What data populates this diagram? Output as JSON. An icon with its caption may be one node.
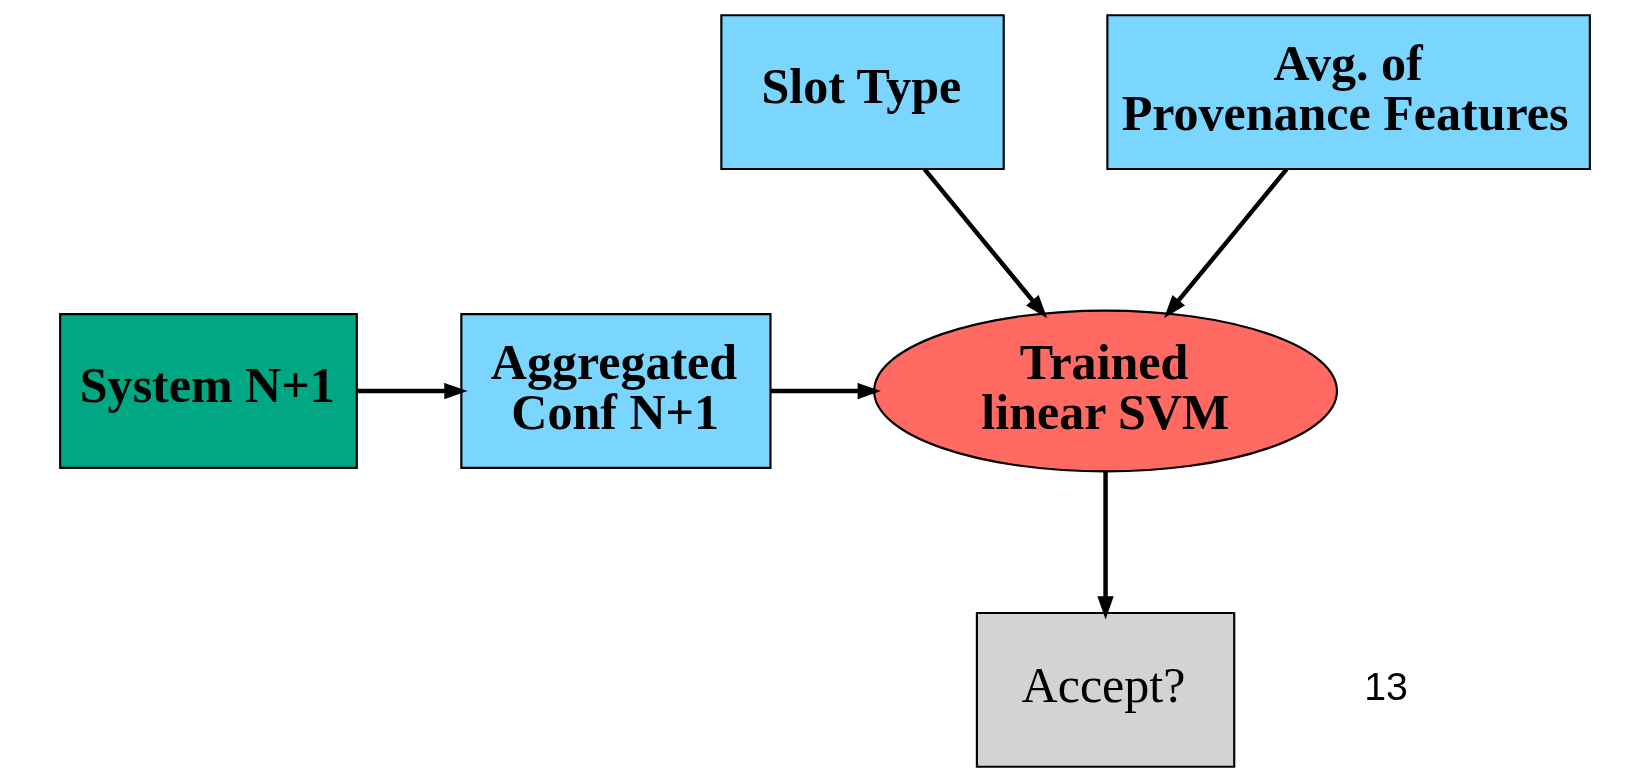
{
  "diagram": {
    "nodes": [
      {
        "text": [
          "Slot Type"
        ]
      },
      {
        "text": [
          "Avg. of Provenance Features"
        ]
      },
      {
        "text": [
          "System N+1"
        ]
      },
      {
        "text": [
          "Aggregated Conf N+1"
        ]
      },
      {
        "text": [
          "Trained linear SVM"
        ]
      },
      {
        "text": [
          "Accept?"
        ]
      }
    ],
    "edges": [
      {
        "from": 0,
        "to": 4,
        "arrow": "to"
      },
      {
        "from": 1,
        "to": 4,
        "arrow": "to"
      },
      {
        "from": 2,
        "to": 3,
        "arrow": "to"
      },
      {
        "from": 3,
        "to": 4,
        "arrow": "to"
      },
      {
        "from": 4,
        "to": 5,
        "arrow": "to"
      }
    ],
    "labels": [
      "13"
    ]
  }
}
